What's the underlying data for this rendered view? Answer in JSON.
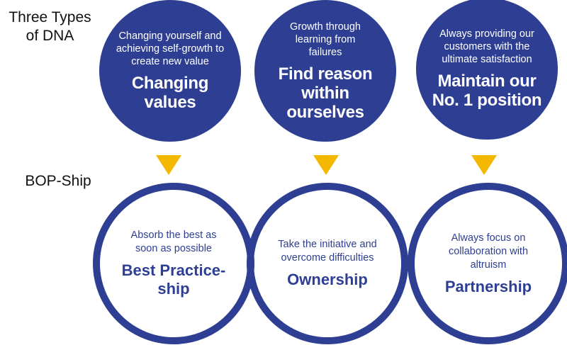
{
  "labels": {
    "dna": "Three Types of DNA",
    "bop": "BOP-Ship"
  },
  "colors": {
    "primary": "#2e3f93",
    "arrow": "#f5b800"
  },
  "dna": [
    {
      "sub": "Changing yourself and achieving self-growth to create new value",
      "main": "Changing values"
    },
    {
      "sub": "Growth through learning from failures",
      "main": "Find reason within ourselves"
    },
    {
      "sub": "Always providing our customers with the ultimate satisfaction",
      "main": "Maintain our No. 1 position"
    }
  ],
  "bop": [
    {
      "sub": "Absorb the best as soon as possible",
      "main": "Best Practice-ship"
    },
    {
      "sub": "Take the initiative and overcome difficulties",
      "main": "Ownership"
    },
    {
      "sub": "Always focus on collaboration with altruism",
      "main": "Partnership"
    }
  ]
}
